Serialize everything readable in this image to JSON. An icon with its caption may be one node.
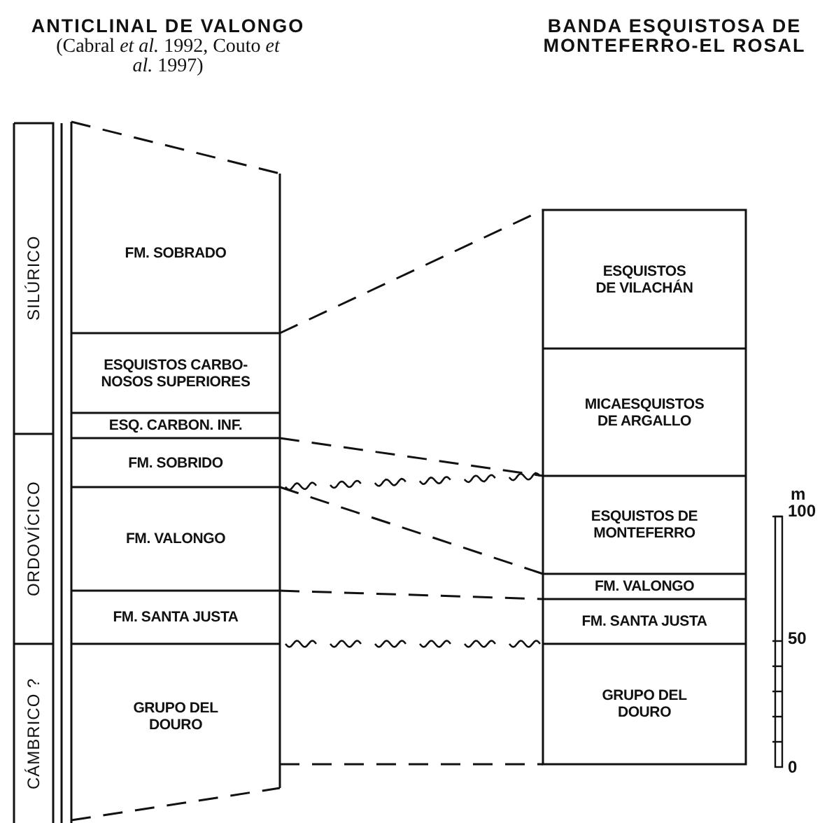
{
  "diagram": {
    "nodes": [
      {
        "text": [
          "SILÚRICO"
        ]
      },
      {
        "text": [
          "ORDOVÍCICO"
        ]
      },
      {
        "text": [
          "CÁMBRICO ?"
        ]
      },
      {
        "text": [
          "FM. SOBRADO"
        ]
      },
      {
        "text": [
          "ESQUISTOS CARBO- NOSOS SUPERIORES"
        ]
      },
      {
        "text": [
          "ESQ. CARBON. INF."
        ]
      },
      {
        "text": [
          "FM. SOBRIDO"
        ]
      },
      {
        "text": [
          "FM. VALONGO"
        ]
      },
      {
        "text": [
          "FM. SANTA JUSTA"
        ]
      },
      {
        "text": [
          "GRUPO DEL DOURO"
        ]
      },
      {
        "text": [
          "ESQUISTOS DE VILACHÁN"
        ]
      },
      {
        "text": [
          "MICAESQUISTOS DE ARGALLO"
        ]
      },
      {
        "text": [
          "ESQUISTOS DE MONTEFERRO"
        ]
      },
      {
        "text": [
          "FM. VALONGO"
        ]
      },
      {
        "text": [
          "FM. SANTA JUSTA"
        ]
      },
      {
        "text": [
          "GRUPO DEL DOURO"
        ]
      }
    ],
    "labels": [
      "ANTICLINAL DE VALONGO",
      "BANDA ESQUISTOSA DE MONTEFERRO-EL ROSAL",
      "(Cabral *et al.* 1992, Couto *et al.* 1997)",
      "m",
      "100",
      "50",
      "0"
    ]
  }
}
